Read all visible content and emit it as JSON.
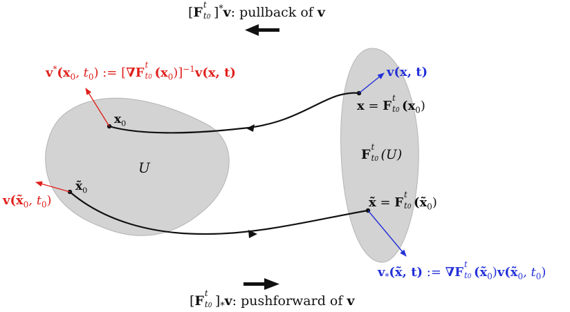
{
  "title_top": {
    "bracket_open": "[",
    "F": "F",
    "sup": "t",
    "sub": "t",
    "subsub": "0",
    "bracket_close": "]",
    "star": "*",
    "v": "v",
    "text": ": pullback of ",
    "v2": "v"
  },
  "title_bottom": {
    "bracket_open": "[",
    "F": "F",
    "sup": "t",
    "sub": "t",
    "subsub": "0",
    "bracket_close": "]",
    "star": "*",
    "v": "v",
    "text": ": pushforward of ",
    "v2": "v"
  },
  "region_U": "U",
  "region_image": {
    "F": "F",
    "sup": "t",
    "sub": "t",
    "subsub": "0",
    "arg": "(U)"
  },
  "x0_label": {
    "x": "x",
    "sub": "0"
  },
  "x0t_label": {
    "x": "x̃",
    "sub": "0"
  },
  "x_label": {
    "lhs": "x",
    "eq": " = ",
    "F": "F",
    "sup": "t",
    "sub": "t",
    "subsub": "0",
    "arg": "(x",
    "argsub": "0",
    "close": ")"
  },
  "xt_label": {
    "lhs": "x̃",
    "eq": " = ",
    "F": "F",
    "sup": "t",
    "sub": "t",
    "subsub": "0",
    "arg": "(x̃",
    "argsub": "0",
    "close": ")"
  },
  "v_label": {
    "v": "v",
    "arg": "(x, t)"
  },
  "v0t_label": {
    "v": "v",
    "arg": "(x̃",
    "sub": "0",
    "rest": ", t",
    "rsub": "0",
    "close": ")"
  },
  "pullback_def": {
    "v": "v",
    "star": "*",
    "arg": "(x",
    "sub": "0",
    "rest": ", t",
    "rsub": "0",
    "close": ")",
    "assign": " := [",
    "nabla": "∇",
    "F": "F",
    "sup": "t",
    "fsub": "t",
    "fsubsub": "0",
    "inner": "(x",
    "inner_sub": "0",
    "inner_close": ")]",
    "inv": "−1",
    "tail_v": "v",
    "tail": "(x, t)"
  },
  "pushforward_def": {
    "v": "v",
    "star": "*",
    "arg": "(x̃, t)",
    "assign": " := ",
    "nabla": "∇",
    "F": "F",
    "sup": "t",
    "fsub": "t",
    "fsubsub": "0",
    "inner": "(x̃",
    "inner_sub": "0",
    "inner_close": ")",
    "tail_v": "v",
    "tail": "(x̃",
    "tail_sub": "0",
    "tail_rest": ", t",
    "tail_rsub": "0",
    "tail_close": ")"
  },
  "colors": {
    "red": "#e0201c",
    "blue": "#2330d8",
    "black": "#111111",
    "region": "#d3d3d3",
    "region_stroke": "#b4b4b4"
  }
}
